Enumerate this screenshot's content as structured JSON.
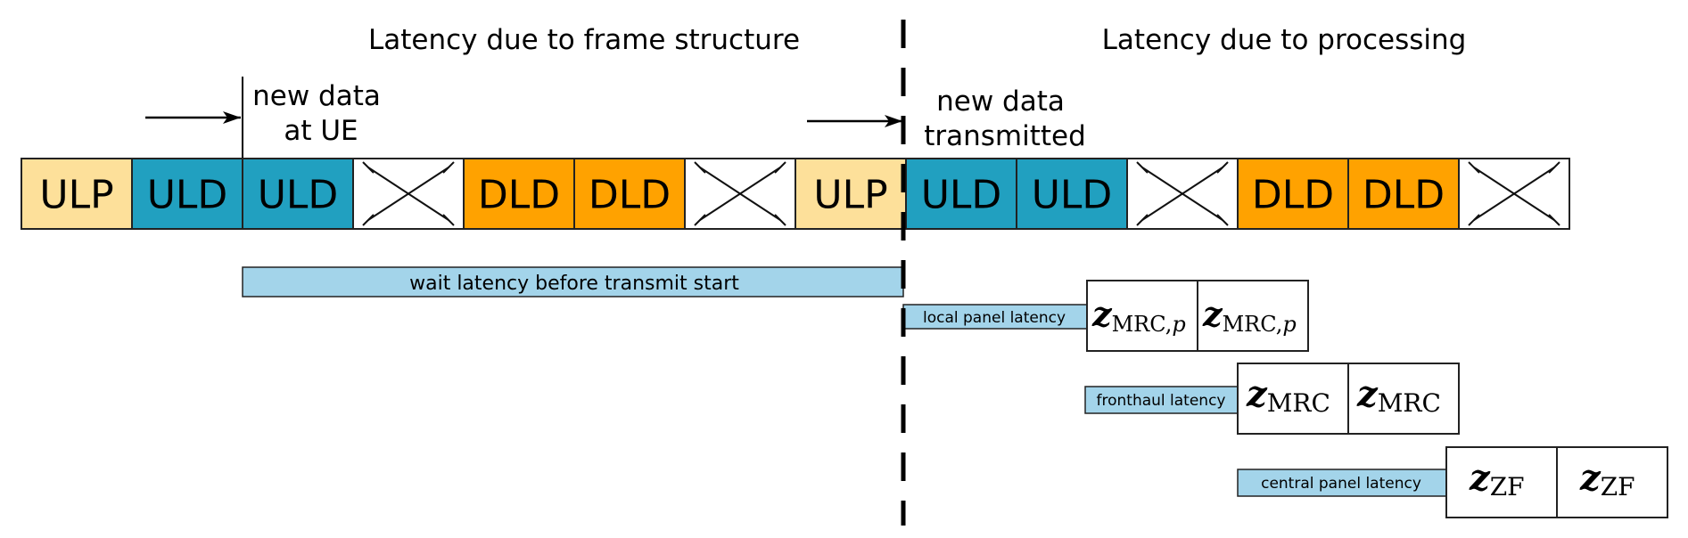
{
  "headings": {
    "left": "Latency due to frame structure",
    "right": "Latency due to processing"
  },
  "annotations": {
    "new_data_ue": [
      "new data",
      "at UE"
    ],
    "new_data_tx": [
      "new data",
      "transmitted"
    ]
  },
  "colors": {
    "ULP": "#fde09a",
    "ULD": "#21a0c0",
    "DLD": "#ffa200",
    "empty": "#ffffff",
    "latency_bar": "#a3d4ea"
  },
  "frame_slots": [
    {
      "type": "ULP",
      "label": "ULP"
    },
    {
      "type": "ULD",
      "label": "ULD"
    },
    {
      "type": "ULD",
      "label": "ULD"
    },
    {
      "type": "empty",
      "label": ""
    },
    {
      "type": "DLD",
      "label": "DLD"
    },
    {
      "type": "DLD",
      "label": "DLD"
    },
    {
      "type": "empty",
      "label": ""
    },
    {
      "type": "ULP",
      "label": "ULP"
    },
    {
      "type": "ULD",
      "label": "ULD"
    },
    {
      "type": "ULD",
      "label": "ULD"
    },
    {
      "type": "empty",
      "label": ""
    },
    {
      "type": "DLD",
      "label": "DLD"
    },
    {
      "type": "DLD",
      "label": "DLD"
    },
    {
      "type": "empty",
      "label": ""
    }
  ],
  "latency_bars": {
    "wait": "wait latency before transmit start",
    "local": "local panel latency",
    "fronthaul": "fronthaul latency",
    "central": "central panel latency"
  },
  "processing_boxes": {
    "local": {
      "symbol": "z",
      "subscript": "MRC,",
      "sub_italic": "p"
    },
    "fronthaul": {
      "symbol": "z",
      "subscript": "MRC",
      "sub_italic": ""
    },
    "central": {
      "symbol": "z",
      "subscript": "ZF",
      "sub_italic": ""
    }
  }
}
